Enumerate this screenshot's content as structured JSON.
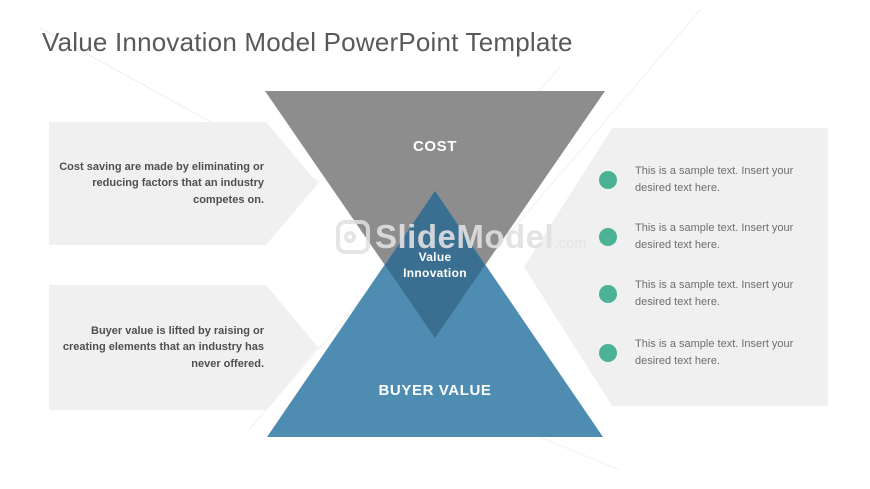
{
  "title": "Value Innovation Model PowerPoint Template",
  "diagram": {
    "cost_label": "COST",
    "buyer_value_label": "BUYER VALUE",
    "center_label_line1": "Value",
    "center_label_line2": "Innovation"
  },
  "left_callouts": [
    {
      "text": "Cost saving are made by eliminating or reducing factors that an industry competes on."
    },
    {
      "text": "Buyer value is lifted by raising or creating elements that an industry has never offered."
    }
  ],
  "right_bullets": [
    {
      "text": "This is a sample text. Insert your desired text here."
    },
    {
      "text": "This is a sample text. Insert your desired text here."
    },
    {
      "text": "This is a sample text. Insert your desired text here."
    },
    {
      "text": "This is a sample text. Insert your desired text here."
    }
  ],
  "watermark": {
    "text": "SlideModel",
    "suffix": ".com"
  },
  "colors": {
    "triangle_gray": "#8d8d8d",
    "triangle_blue": "#4e8cb1",
    "overlap_blue": "#3a6f91",
    "bullet_teal": "#4cb295",
    "panel_gray": "#f0f0f0",
    "title_gray": "#595959"
  }
}
